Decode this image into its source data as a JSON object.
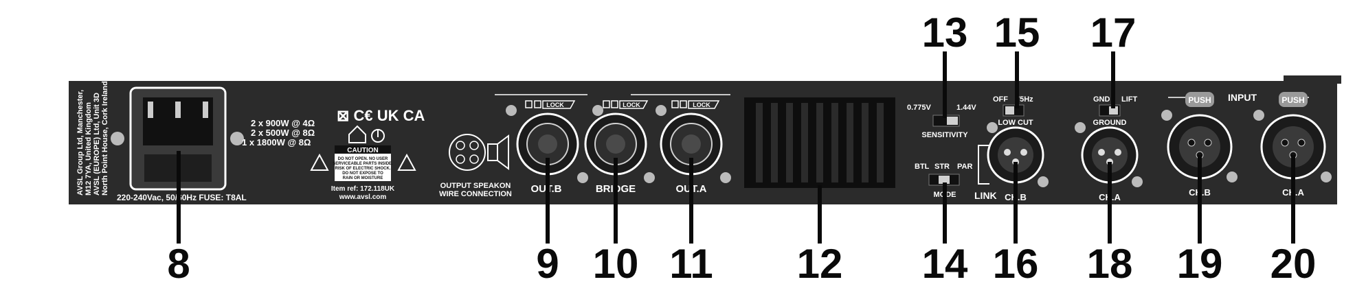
{
  "callouts": [
    "8",
    "9",
    "10",
    "11",
    "12",
    "13",
    "14",
    "15",
    "16",
    "17",
    "18",
    "19",
    "20"
  ],
  "panel": {
    "company_lines": [
      "AVSL Group Ltd, Manchester,",
      "M12 7YA, United Kingdom",
      "AVSL (EUROPE) Ltd, Unit 3D",
      "North Point House, Cork Ireland"
    ],
    "power_label": "220-240Vac, 50/60Hz  FUSE: T8AL",
    "power_ratings": [
      "2 x 900W @ 4Ω",
      "2 x 500W @ 8Ω",
      "1 x 1800W @ 8Ω"
    ],
    "cert_marks": "⊠ C€ UK CA",
    "caution_title": "CAUTION",
    "caution_lines": [
      "DO NOT OPEN. NO USER",
      "SERVICEABLE PARTS INSIDE.",
      "RISK OF ELECTRIC SHOCK.",
      "DO NOT EXPOSE TO",
      "RAIN OR MOISTURE"
    ],
    "item_ref": "Item ref: 172.118UK",
    "website": "www.avsl.com",
    "wire_connection": [
      "OUTPUT SPEAKON",
      "WIRE CONNECTION"
    ],
    "out_b": "OUT.B",
    "bridge": "BRIDGE",
    "out_a": "OUT.A",
    "lock": "LOCK",
    "sensitivity_left": "0.775V",
    "sensitivity_right": "1.44V",
    "sensitivity": "SENSITIVITY",
    "mode_options": [
      "BTL",
      "STR",
      "PAR"
    ],
    "mode": "MODE",
    "lowcut_off": "OFF",
    "lowcut_hz": "75Hz",
    "lowcut": "LOW CUT",
    "ground_gnd": "GND",
    "ground_lift": "LIFT",
    "ground": "GROUND",
    "link": "LINK",
    "input": "INPUT",
    "push": "PUSH",
    "ch_b": "CH.B",
    "ch_a": "CH.A"
  },
  "colors": {
    "panel": "#2b2b2b",
    "text": "#ffffff",
    "callout": "#0a0a0a",
    "background": "#ffffff"
  }
}
